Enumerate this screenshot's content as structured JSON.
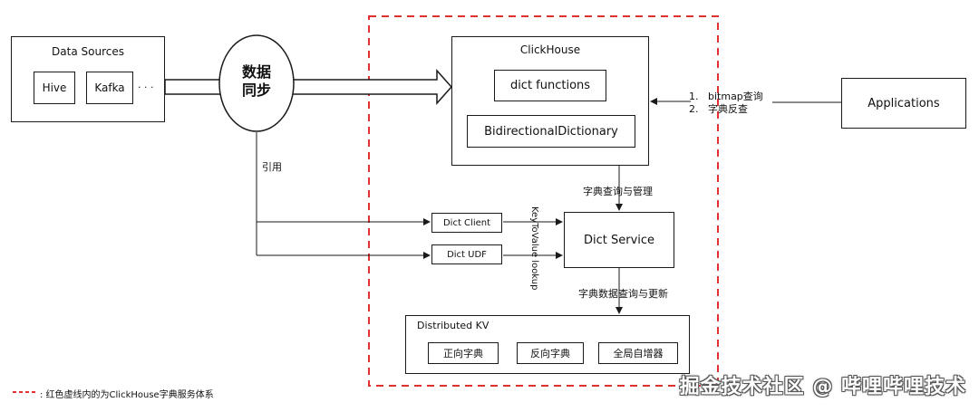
{
  "data_sources": {
    "title": "Data Sources",
    "items": [
      "Hive",
      "Kafka"
    ],
    "ellipsis": "· · ·"
  },
  "sync": {
    "line1": "数据",
    "line2": "同步"
  },
  "ref_label": "引用",
  "clickhouse": {
    "title": "ClickHouse",
    "dict_functions": "dict functions",
    "bidirectional": "BidirectionalDictionary"
  },
  "app_links": {
    "item1": "bitmap查询",
    "item2": "字典反查",
    "num1": "1.",
    "num2": "2."
  },
  "applications": "Applications",
  "dict_query_manage": "字典查询与管理",
  "dict_client": "Dict Client",
  "dict_udf": "Dict UDF",
  "kv_lookup": "KeyToValue lookup",
  "dict_service": "Dict Service",
  "dict_data_update": "字典数据查询与更新",
  "distributed_kv": {
    "title": "Distributed KV",
    "items": [
      "正向字典",
      "反向字典",
      "全局自增器"
    ]
  },
  "legend": {
    "text": ": 红色虚线内的为ClickHouse字典服务体系"
  },
  "watermark": "掘金技术社区 @ 哔哩哔哩技术",
  "colors": {
    "dashed_boundary": "#e03030",
    "stroke": "#1a1a1a"
  }
}
